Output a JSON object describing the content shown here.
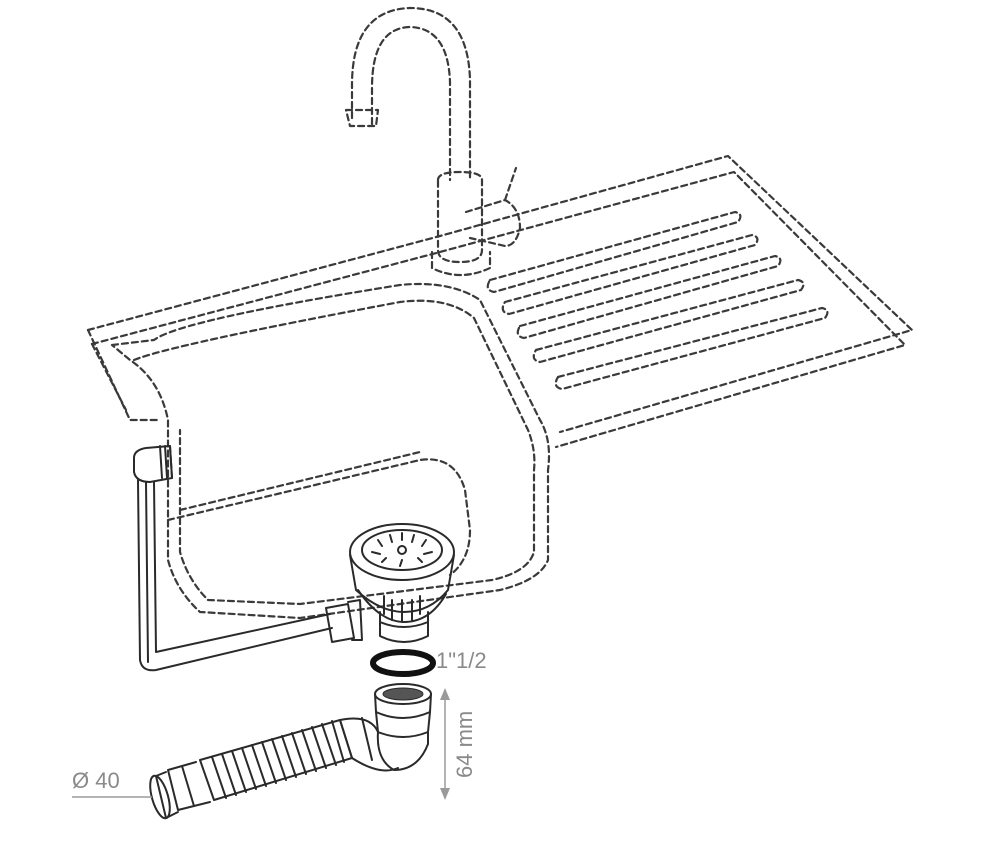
{
  "annotations": {
    "thread_size": "1\"1/2",
    "height": "64 mm",
    "diameter": "Ø 40"
  },
  "colors": {
    "line": "#3a3a3a",
    "dimension": "#8a8a8a",
    "background": "#ffffff"
  }
}
